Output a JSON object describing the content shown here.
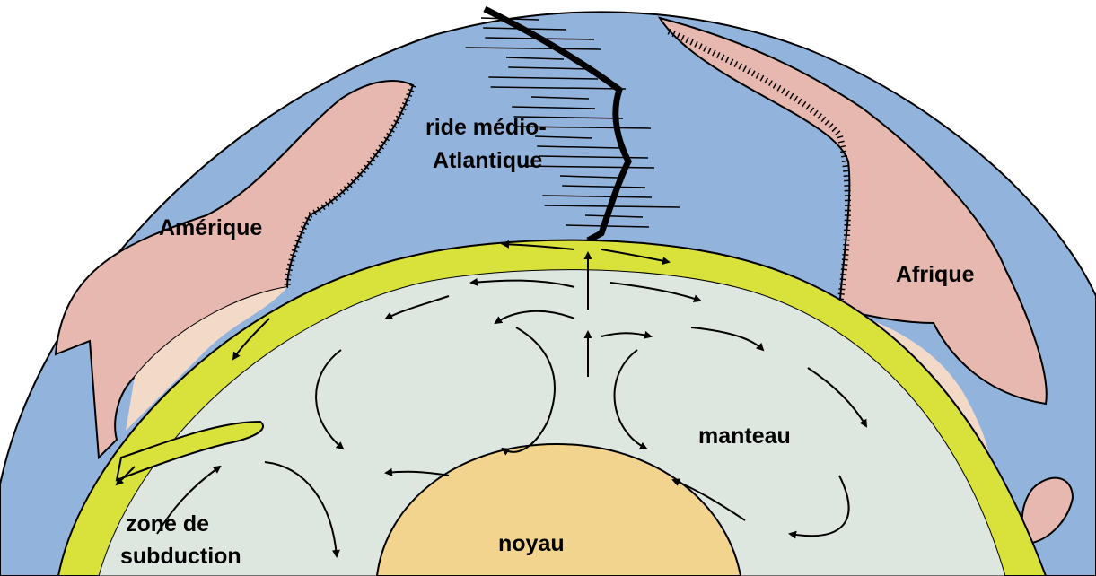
{
  "labels": {
    "ridge_line1": "ride médio-",
    "ridge_line2": "Atlantique",
    "america": "Amérique",
    "africa": "Afrique",
    "mantle": "manteau",
    "subduction_line1": "zone de",
    "subduction_line2": "subduction",
    "core": "noyau"
  },
  "colors": {
    "ocean": "#92b4dc",
    "continent": "#e7b8b0",
    "continent_shelf": "#f3d9c7",
    "lithosphere": "#d9e13b",
    "mantle": "#dde7df",
    "core": "#f2d48e",
    "outline": "#000000"
  }
}
